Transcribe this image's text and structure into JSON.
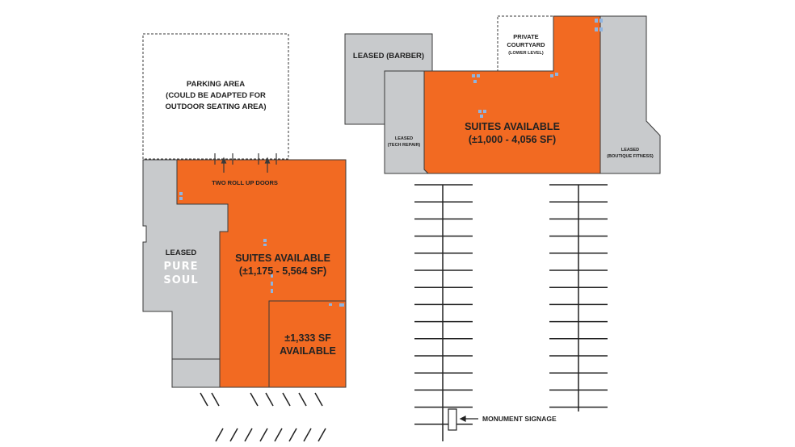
{
  "colors": {
    "available": "#f26a22",
    "leased": "#c8cacc",
    "outline": "#3a3a3a",
    "door_marker": "#8fb4e0",
    "background": "#ffffff"
  },
  "building_left": {
    "parking": {
      "line1": "PARKING AREA",
      "line2": "(COULD BE ADAPTED FOR",
      "line3": "OUTDOOR SEATING AREA)"
    },
    "roll_up_doors_label": "TWO ROLL UP DOORS",
    "leased_tenant": {
      "status": "LEASED",
      "logo_line1": "PURE",
      "logo_line2": "SOUL"
    },
    "suites": {
      "line1": "SUITES AVAILABLE",
      "line2": "(±1,175 - 5,564 SF)"
    },
    "small_suite": {
      "line1": "±1,333 SF",
      "line2": "AVAILABLE"
    }
  },
  "building_right": {
    "barber": "LEASED (BARBER)",
    "courtyard": {
      "line1": "PRIVATE",
      "line2": "COURTYARD",
      "line3": "(LOWER LEVEL)"
    },
    "tech_repair": {
      "line1": "LEASED",
      "line2": "(TECH REPAIR)"
    },
    "suites": {
      "line1": "SUITES AVAILABLE",
      "line2": "(±1,000 - 4,056 SF)"
    },
    "fitness": {
      "line1": "LEASED",
      "line2": "(BOUTIQUE FITNESS)"
    }
  },
  "signage_label": "MONUMENT SIGNAGE"
}
